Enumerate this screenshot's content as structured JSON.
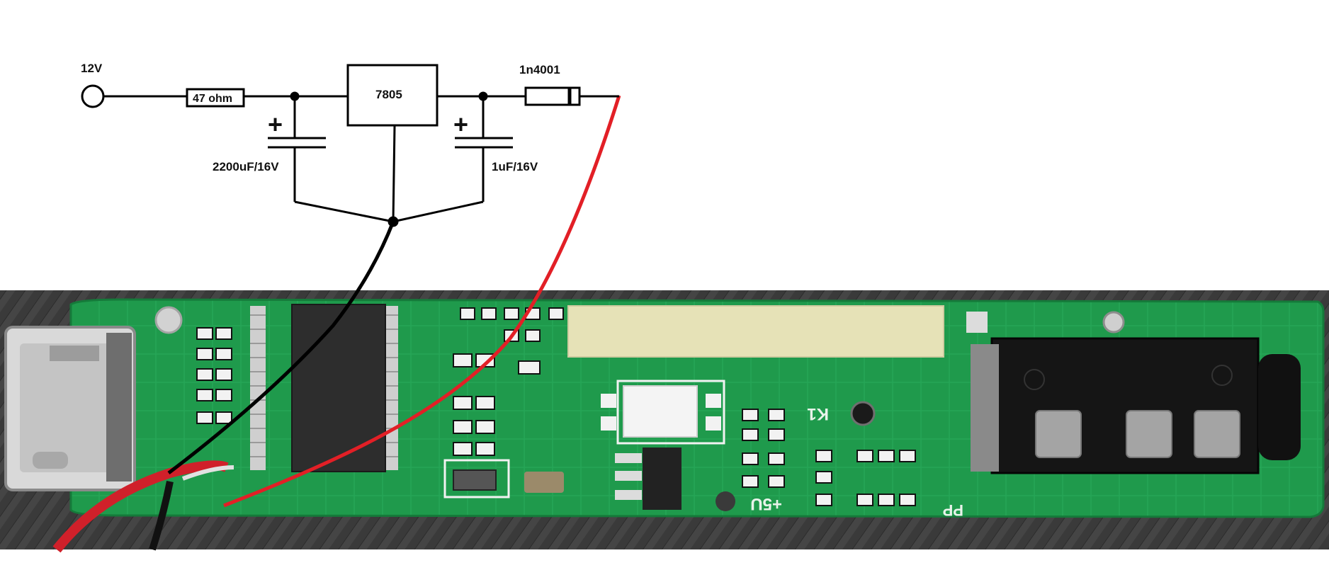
{
  "schematic": {
    "input_label": "12V",
    "resistor_label": "47 ohm",
    "regulator_label": "7805",
    "diode_label": "1n4001",
    "cap1_label": "2200uF/16V",
    "cap2_label": "1uF/16V",
    "cap_plus": "+"
  },
  "board": {
    "silk_k1": "K1",
    "silk_5v": "+5U",
    "silk_pp": "PP"
  },
  "colors": {
    "positive_wire": "#e21f26",
    "ground_wire": "#000000",
    "pcb": "#1f9a4c",
    "mat": "#3b3b3b"
  }
}
